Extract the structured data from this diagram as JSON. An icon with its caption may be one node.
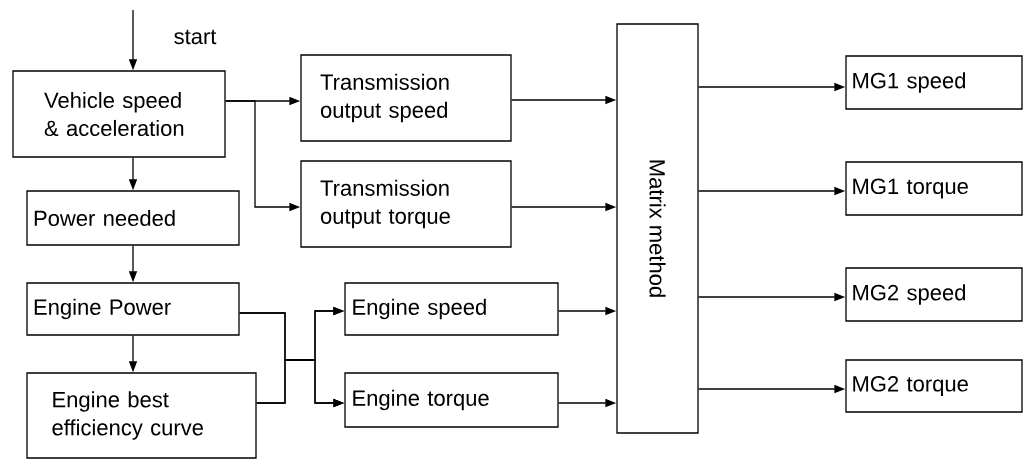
{
  "diagram": {
    "nodes": [
      {
        "text": [
          "Vehicle speed & acceleration"
        ]
      },
      {
        "text": [
          "Power needed"
        ]
      },
      {
        "text": [
          "Engine Power"
        ]
      },
      {
        "text": [
          "Engine best efficiency curve"
        ]
      },
      {
        "text": [
          "Transmission output speed"
        ]
      },
      {
        "text": [
          "Transmission output torque"
        ]
      },
      {
        "text": [
          "Engine speed"
        ]
      },
      {
        "text": [
          "Engine torque"
        ]
      },
      {
        "text": [
          "Matrix method"
        ]
      },
      {
        "text": [
          "MG1 speed"
        ]
      },
      {
        "text": [
          "MG1 torque"
        ]
      },
      {
        "text": [
          "MG2 speed"
        ]
      },
      {
        "text": [
          "MG2 torque"
        ]
      }
    ],
    "edges": [
      {
        "from": null,
        "to": 0,
        "arrow": "to"
      },
      {
        "from": 0,
        "to": 4,
        "arrow": "to"
      },
      {
        "from": 0,
        "to": 5,
        "arrow": "to"
      },
      {
        "from": 0,
        "to": 1,
        "arrow": "to"
      },
      {
        "from": 1,
        "to": 2,
        "arrow": "to"
      },
      {
        "from": 2,
        "to": 3,
        "arrow": "to"
      },
      {
        "from": 2,
        "to": 6,
        "arrow": "to"
      },
      {
        "from": 2,
        "to": 7,
        "arrow": "to"
      },
      {
        "from": 3,
        "to": 6,
        "arrow": "to"
      },
      {
        "from": 3,
        "to": 7,
        "arrow": "to"
      },
      {
        "from": 4,
        "to": 8,
        "arrow": "to"
      },
      {
        "from": 5,
        "to": 8,
        "arrow": "to"
      },
      {
        "from": 6,
        "to": 8,
        "arrow": "to"
      },
      {
        "from": 7,
        "to": 8,
        "arrow": "to"
      },
      {
        "from": 8,
        "to": 9,
        "arrow": "to"
      },
      {
        "from": 8,
        "to": 10,
        "arrow": "to"
      },
      {
        "from": 8,
        "to": 11,
        "arrow": "to"
      },
      {
        "from": 8,
        "to": 12,
        "arrow": "to"
      }
    ],
    "labels": [
      "start"
    ]
  }
}
